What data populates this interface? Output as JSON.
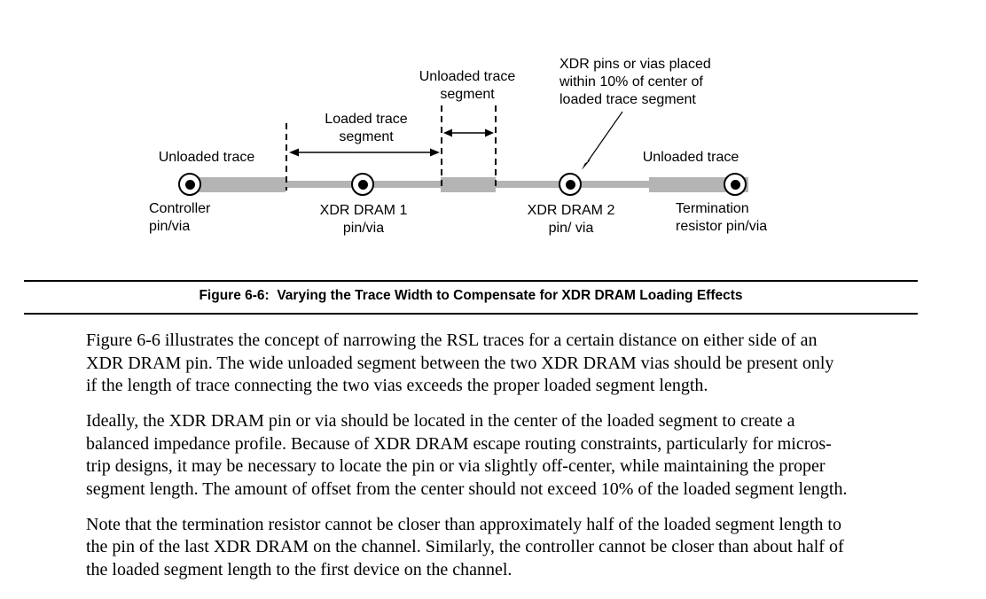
{
  "colors": {
    "trace_gray": "#b4b4b4",
    "text": "#000000",
    "background": "#ffffff"
  },
  "diagram": {
    "labels": {
      "unloaded_trace_left": "Unloaded trace",
      "loaded_segment_line1": "Loaded trace",
      "loaded_segment_line2": "segment",
      "unloaded_segment_line1": "Unloaded trace",
      "unloaded_segment_line2": "segment",
      "callout_line1": "XDR pins or vias placed",
      "callout_line2": "within 10% of center of",
      "callout_line3": "loaded trace segment",
      "unloaded_trace_right": "Unloaded trace",
      "controller_line1": "Controller",
      "controller_line2": "pin/via",
      "dram1_line1": "XDR DRAM 1",
      "dram1_line2": "pin/via",
      "dram2_line1": "XDR DRAM 2",
      "dram2_line2": "pin/ via",
      "termination_line1": "Termination",
      "termination_line2": "resistor pin/via"
    }
  },
  "caption": {
    "text": "Figure 6-6:  Varying the Trace Width to Compensate for XDR DRAM Loading Effects"
  },
  "body": {
    "paragraphs": [
      {
        "lines": [
          "Figure 6-6 illustrates the concept of narrowing the RSL traces for a certain distance on either side of an",
          "XDR DRAM pin. The wide unloaded segment between the two XDR DRAM vias should be present only",
          "if the length of trace connecting the two vias exceeds the proper loaded segment length."
        ]
      },
      {
        "lines": [
          "Ideally, the XDR DRAM pin or via should be located in the center of the loaded segment to create a",
          "balanced impedance profile. Because of XDR DRAM escape routing constraints, particularly for micros-",
          "trip designs, it may be necessary to locate the pin or via slightly off-center, while maintaining the proper",
          "segment length. The amount of offset from the center should not exceed 10% of the loaded segment length."
        ]
      },
      {
        "lines": [
          "Note that the termination resistor cannot be closer than approximately half of the loaded segment length to",
          "the pin of the last XDR DRAM on the channel. Similarly, the controller cannot be closer than about half of",
          "the loaded segment length to the first device on the channel."
        ]
      }
    ]
  }
}
